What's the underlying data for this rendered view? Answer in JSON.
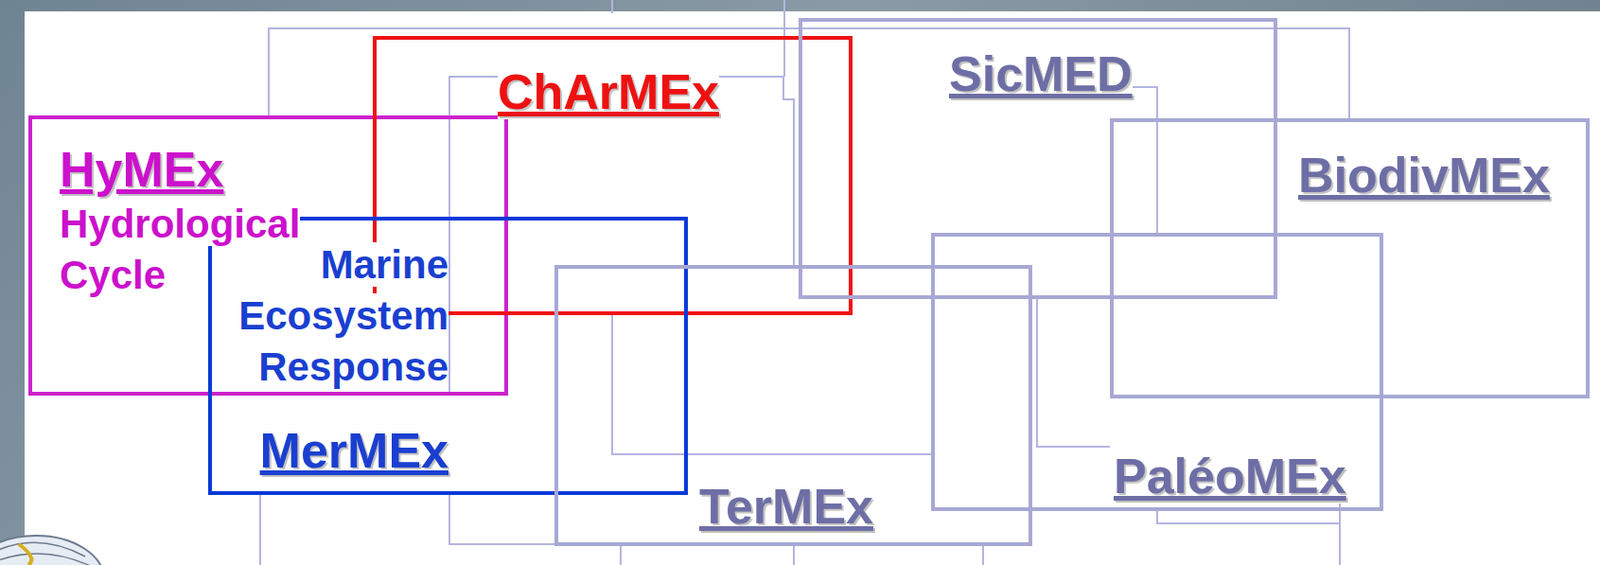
{
  "diagram": {
    "nodes": [
      {
        "text": [
          "HyMEx",
          "Hydrological Cycle"
        ]
      },
      {
        "text": [
          "ChArMEx"
        ]
      },
      {
        "text": [
          "SicMED"
        ]
      },
      {
        "text": [
          "BiodivMEx"
        ]
      },
      {
        "text": [
          "Marine Ecosystem Response",
          "MerMEx"
        ]
      },
      {
        "text": [
          "TerMEx"
        ]
      },
      {
        "text": [
          "PaléoMEx"
        ]
      }
    ]
  }
}
